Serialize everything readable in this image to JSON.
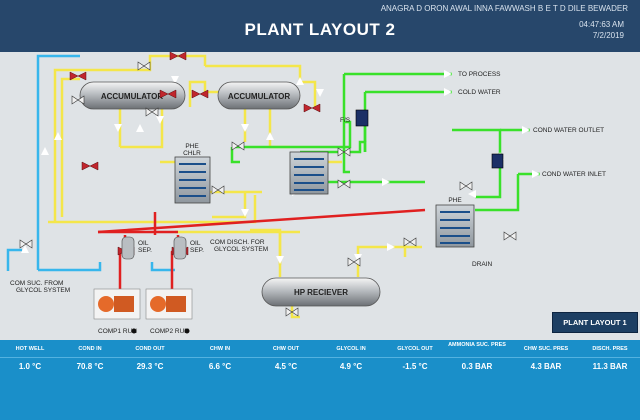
{
  "header": {
    "title": "PLANT LAYOUT 2",
    "info_line": "ANAGRA D ORON AWAL INNA FAWWASH B E T D DILE BEWADER",
    "time": "04:47:63 AM",
    "date": "7/2/2019"
  },
  "diagram": {
    "tanks": [
      "ACCUMULATOR",
      "ACCUMULATOR",
      "HP RECIEVER"
    ],
    "phe_labels": [
      "PHE",
      "CHLR",
      "PHE"
    ],
    "flow_labels": {
      "to_process": "TO PROCESS",
      "cold_water": "COLD WATER",
      "cond_water_outlet": "COND WATER OUTLET",
      "cond_water_inlet": "COND WATER INLET",
      "fs": "F/S",
      "drain": "DRAIN",
      "oil_sep_1_line1": "OIL",
      "oil_sep_1_line2": "SEP.",
      "oil_sep_2_line1": "OIL",
      "oil_sep_2_line2": "SEP.",
      "com_disch_line1": "COM DISCH. FOR",
      "com_disch_line2": "GLYCOL SYSTEM",
      "com_suc_line1": "COM SUC. FROM",
      "com_suc_line2": "GLYCOL SYSTEM",
      "comp1_run": "COMP1 RUN",
      "comp2_run": "COMP2 RUN"
    },
    "colors": {
      "glycol": "#f4e64a",
      "water": "#39e12a",
      "hot_gas": "#e02020",
      "suction": "#37b6ec"
    }
  },
  "layout_button": {
    "label": "PLANT LAYOUT 1"
  },
  "table": {
    "headers": [
      "HOT WELL",
      "COND IN",
      "COND OUT",
      "CHW IN",
      "CHW OUT",
      "GLYCOL IN",
      "GLYCOL OUT",
      "AMMONIA SUC. PRES",
      "CHW SUC. PRES",
      "DISCH. PRES"
    ],
    "values": [
      "1.0 °C",
      "70.8 °C",
      "29.3 °C",
      "6.6 °C",
      "4.5 °C",
      "4.9 °C",
      "-1.5 °C",
      "0.3 BAR",
      "4.3 BAR",
      "11.3 BAR"
    ]
  }
}
